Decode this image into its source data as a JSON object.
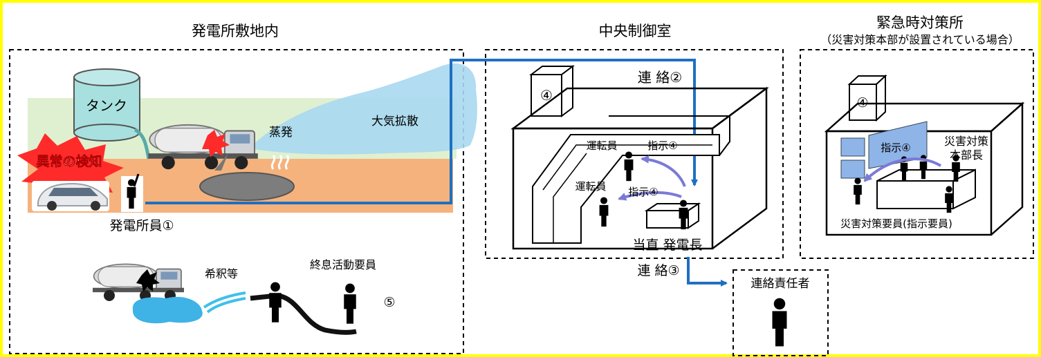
{
  "sections": {
    "site": {
      "title": "発電所敷地内"
    },
    "control": {
      "title": "中央制御室"
    },
    "emergency": {
      "title": "緊急時対策所",
      "subtitle": "（災害対策本部が設置されている場合）"
    },
    "liaison": {
      "title": "連絡責任者"
    }
  },
  "site": {
    "tank": "タンク",
    "alert": "異常の検知",
    "evaporation": "蒸発",
    "diffusion": "大気拡散",
    "staff": "発電所員①",
    "dilution": "希釈等",
    "response_team": "終息活動要員",
    "marker_5": "⑤"
  },
  "control": {
    "contact2": "連 絡②",
    "contact3": "連 絡③",
    "marker_4": "④",
    "operator_top": "運転員",
    "operator_bottom": "運転員",
    "instruction_top": "指示④",
    "instruction_bottom": "指示④",
    "shift_manager": "当直 発電長"
  },
  "emergency": {
    "marker_4": "④",
    "instruction": "指示④",
    "hq_chief_line1": "災害対策",
    "hq_chief_line2": "本部長",
    "hq_staff": "災害対策要員(指示要員)"
  },
  "colors": {
    "frame": "#ffff00",
    "flow_line": "#1f6fc1",
    "instruction_arrow": "#7a7ad6",
    "ground": "#f6b27c",
    "grass": "#dff0d0",
    "tank": "#a7e0df",
    "spill": "#7d7d7d",
    "cloud": "#a9d8f0",
    "alert": "#ff2a2a",
    "screen": "#8fb4e8"
  }
}
